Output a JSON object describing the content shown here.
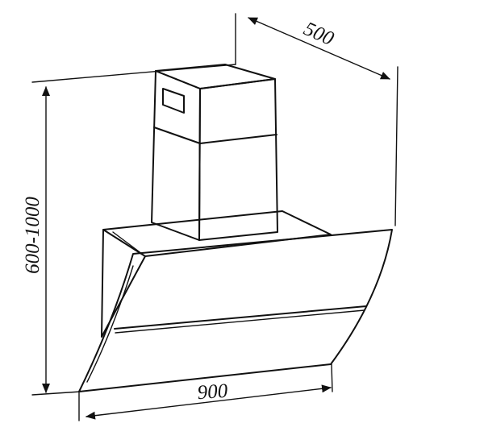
{
  "dimensions": {
    "depth": "500",
    "height": "600-1000",
    "width": "900"
  },
  "colors": {
    "line": "#111111",
    "background": "#ffffff"
  }
}
